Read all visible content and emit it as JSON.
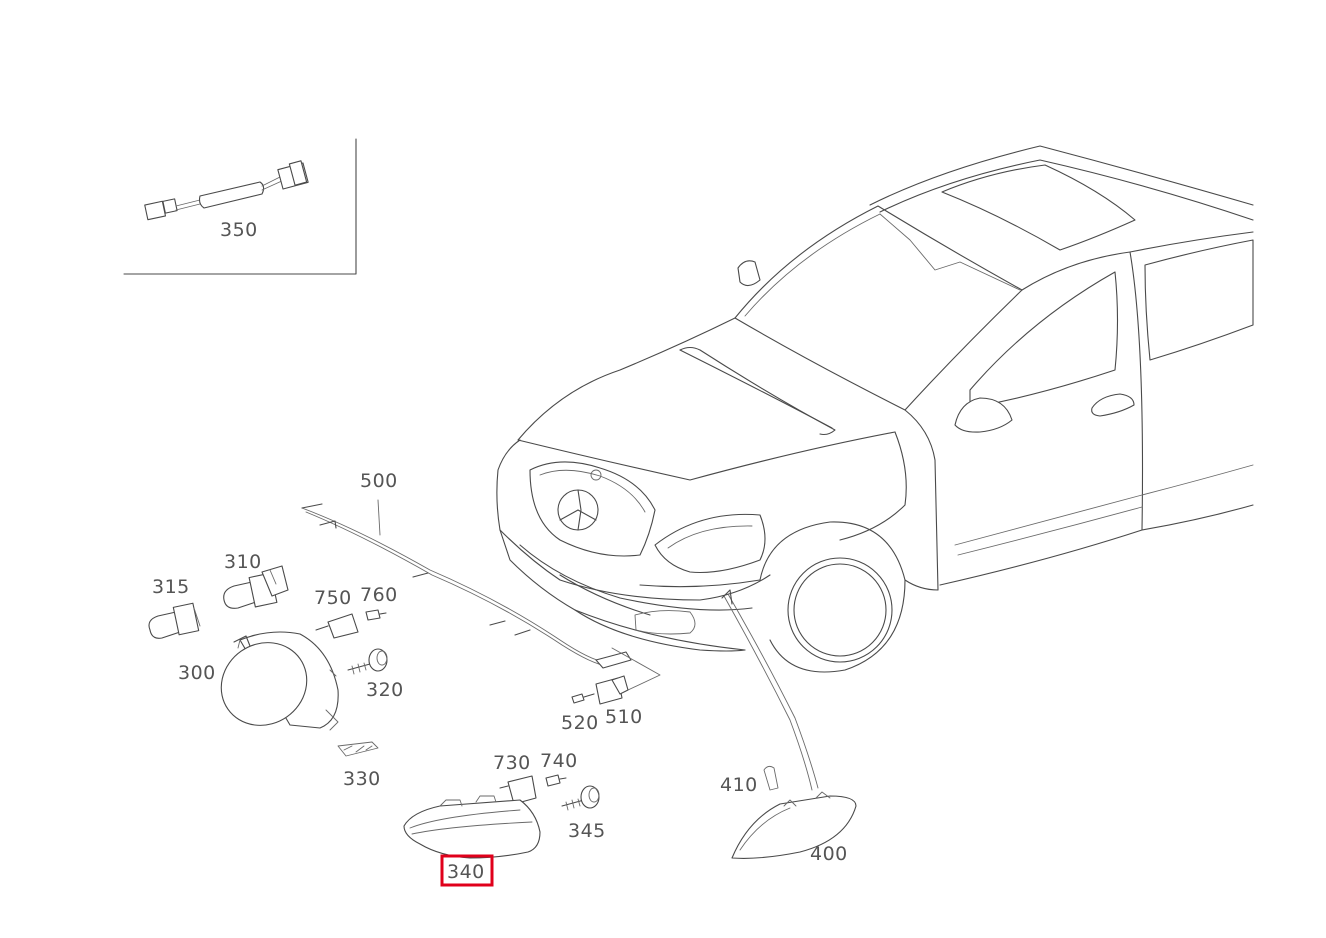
{
  "diagram": {
    "labels": {
      "p350": "350",
      "p500": "500",
      "p310": "310",
      "p315": "315",
      "p750": "750",
      "p760": "760",
      "p300": "300",
      "p320": "320",
      "p330": "330",
      "p520": "520",
      "p510": "510",
      "p730": "730",
      "p740": "740",
      "p345": "345",
      "p340": "340",
      "p410": "410",
      "p400": "400"
    },
    "highlighted_part": "340",
    "colors": {
      "line": "#4a4a4a",
      "label": "#555555",
      "highlight": "#e0001b"
    }
  }
}
